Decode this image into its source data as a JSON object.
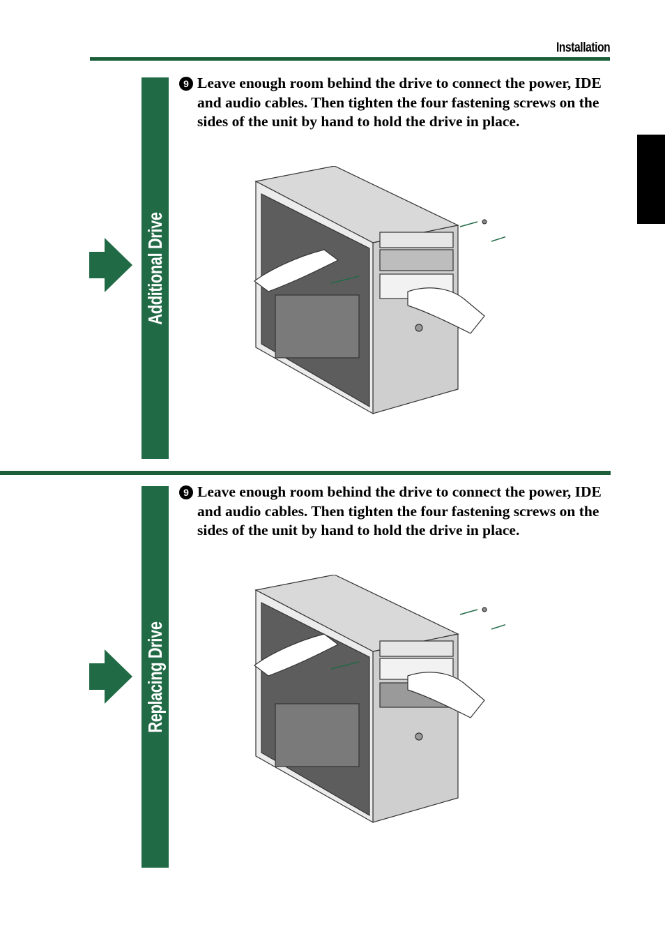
{
  "header": {
    "title": "Installation"
  },
  "sections": [
    {
      "side_label": "Additional Drive",
      "step_number": "9",
      "step_text": "Leave enough room behind the drive to connect the power, IDE and audio cables.  Then tighten the four fastening screws on the sides of the unit by hand to hold the drive in place."
    },
    {
      "side_label": "Replacing Drive",
      "step_number": "9",
      "step_text": "Leave enough room behind the drive to connect the power, IDE and audio cables.  Then tighten the four fastening screws on the sides of the unit by hand to hold the drive in place."
    }
  ],
  "colors": {
    "accent_green": "#216a46",
    "rule_green": "#1d5e3a",
    "tab_black": "#000000"
  }
}
